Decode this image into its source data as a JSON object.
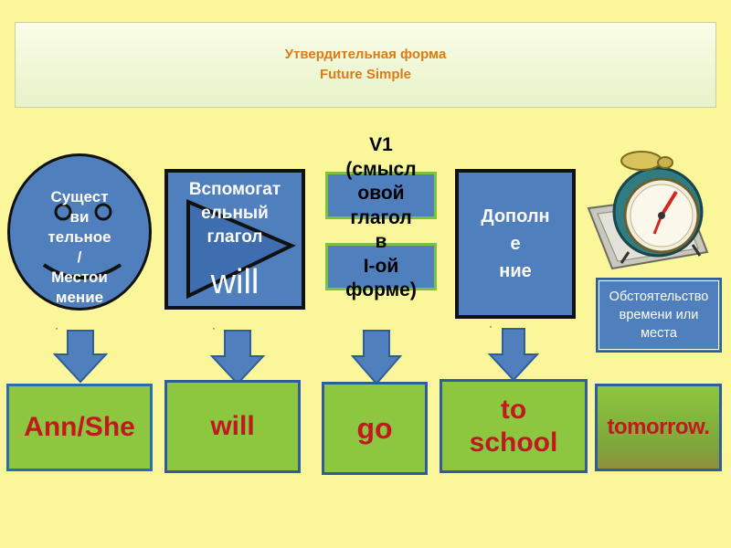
{
  "title": {
    "line1": "Утвердительная форма",
    "line2": "Future Simple"
  },
  "top": {
    "subject": {
      "l1": "Сущест",
      "l2": "ви",
      "l3": "тельное",
      "l4": "/",
      "l5": "Местои",
      "l6": "мение"
    },
    "auxiliary": {
      "l1": "Вспомогат",
      "l2": "ельный",
      "l3": "глагол",
      "word": "will"
    },
    "verb": {
      "l1": "V1",
      "l2": "(смысл",
      "l3": "овой",
      "l4": "глагол",
      "l5": "в",
      "l6": "I-ой",
      "l7": "форме)"
    },
    "object": {
      "l1": "Дополн",
      "l2": "е",
      "l3": "ние"
    },
    "adverbial": {
      "l1": "Обстоятельство",
      "l2": "времени или",
      "l3": "места"
    }
  },
  "bottom": {
    "subject": "Ann/She",
    "auxiliary": "will",
    "verb": "go",
    "object": "to school",
    "adverbial": "tomorrow."
  },
  "colors": {
    "background": "#fbf69a",
    "title_text": "#dd7a12",
    "box_blue": "#4f7fbd",
    "box_green": "#8dc63f",
    "answer_text": "#c0191f",
    "border_blue": "#2b6cb0"
  }
}
